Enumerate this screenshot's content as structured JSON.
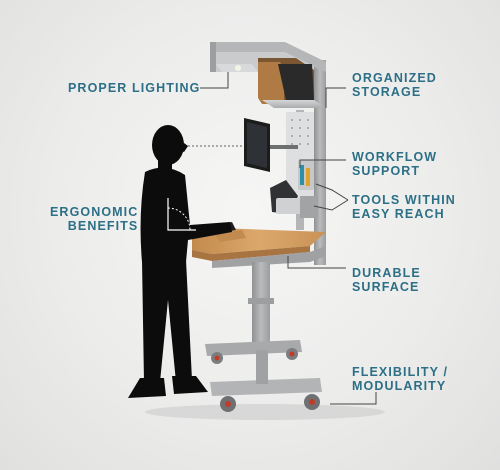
{
  "labels": {
    "proper_lighting": "PROPER LIGHTING",
    "organized_storage": [
      "ORGANIZED",
      "STORAGE"
    ],
    "workflow_support": [
      "WORKFLOW",
      "SUPPORT"
    ],
    "tools_within_reach": [
      "TOOLS WITHIN",
      "EASY REACH"
    ],
    "ergonomic_benefits": [
      "ERGONOMIC",
      "BENEFITS"
    ],
    "durable_surface": [
      "DURABLE",
      "SURFACE"
    ],
    "flexibility_modularity": [
      "FLEXIBILITY /",
      "MODULARITY"
    ]
  },
  "colors": {
    "label_text": "#2c6f86",
    "frame": "#a7a9ab",
    "wood": "#cf9a5c",
    "silhouette": "#0c0c0c"
  }
}
